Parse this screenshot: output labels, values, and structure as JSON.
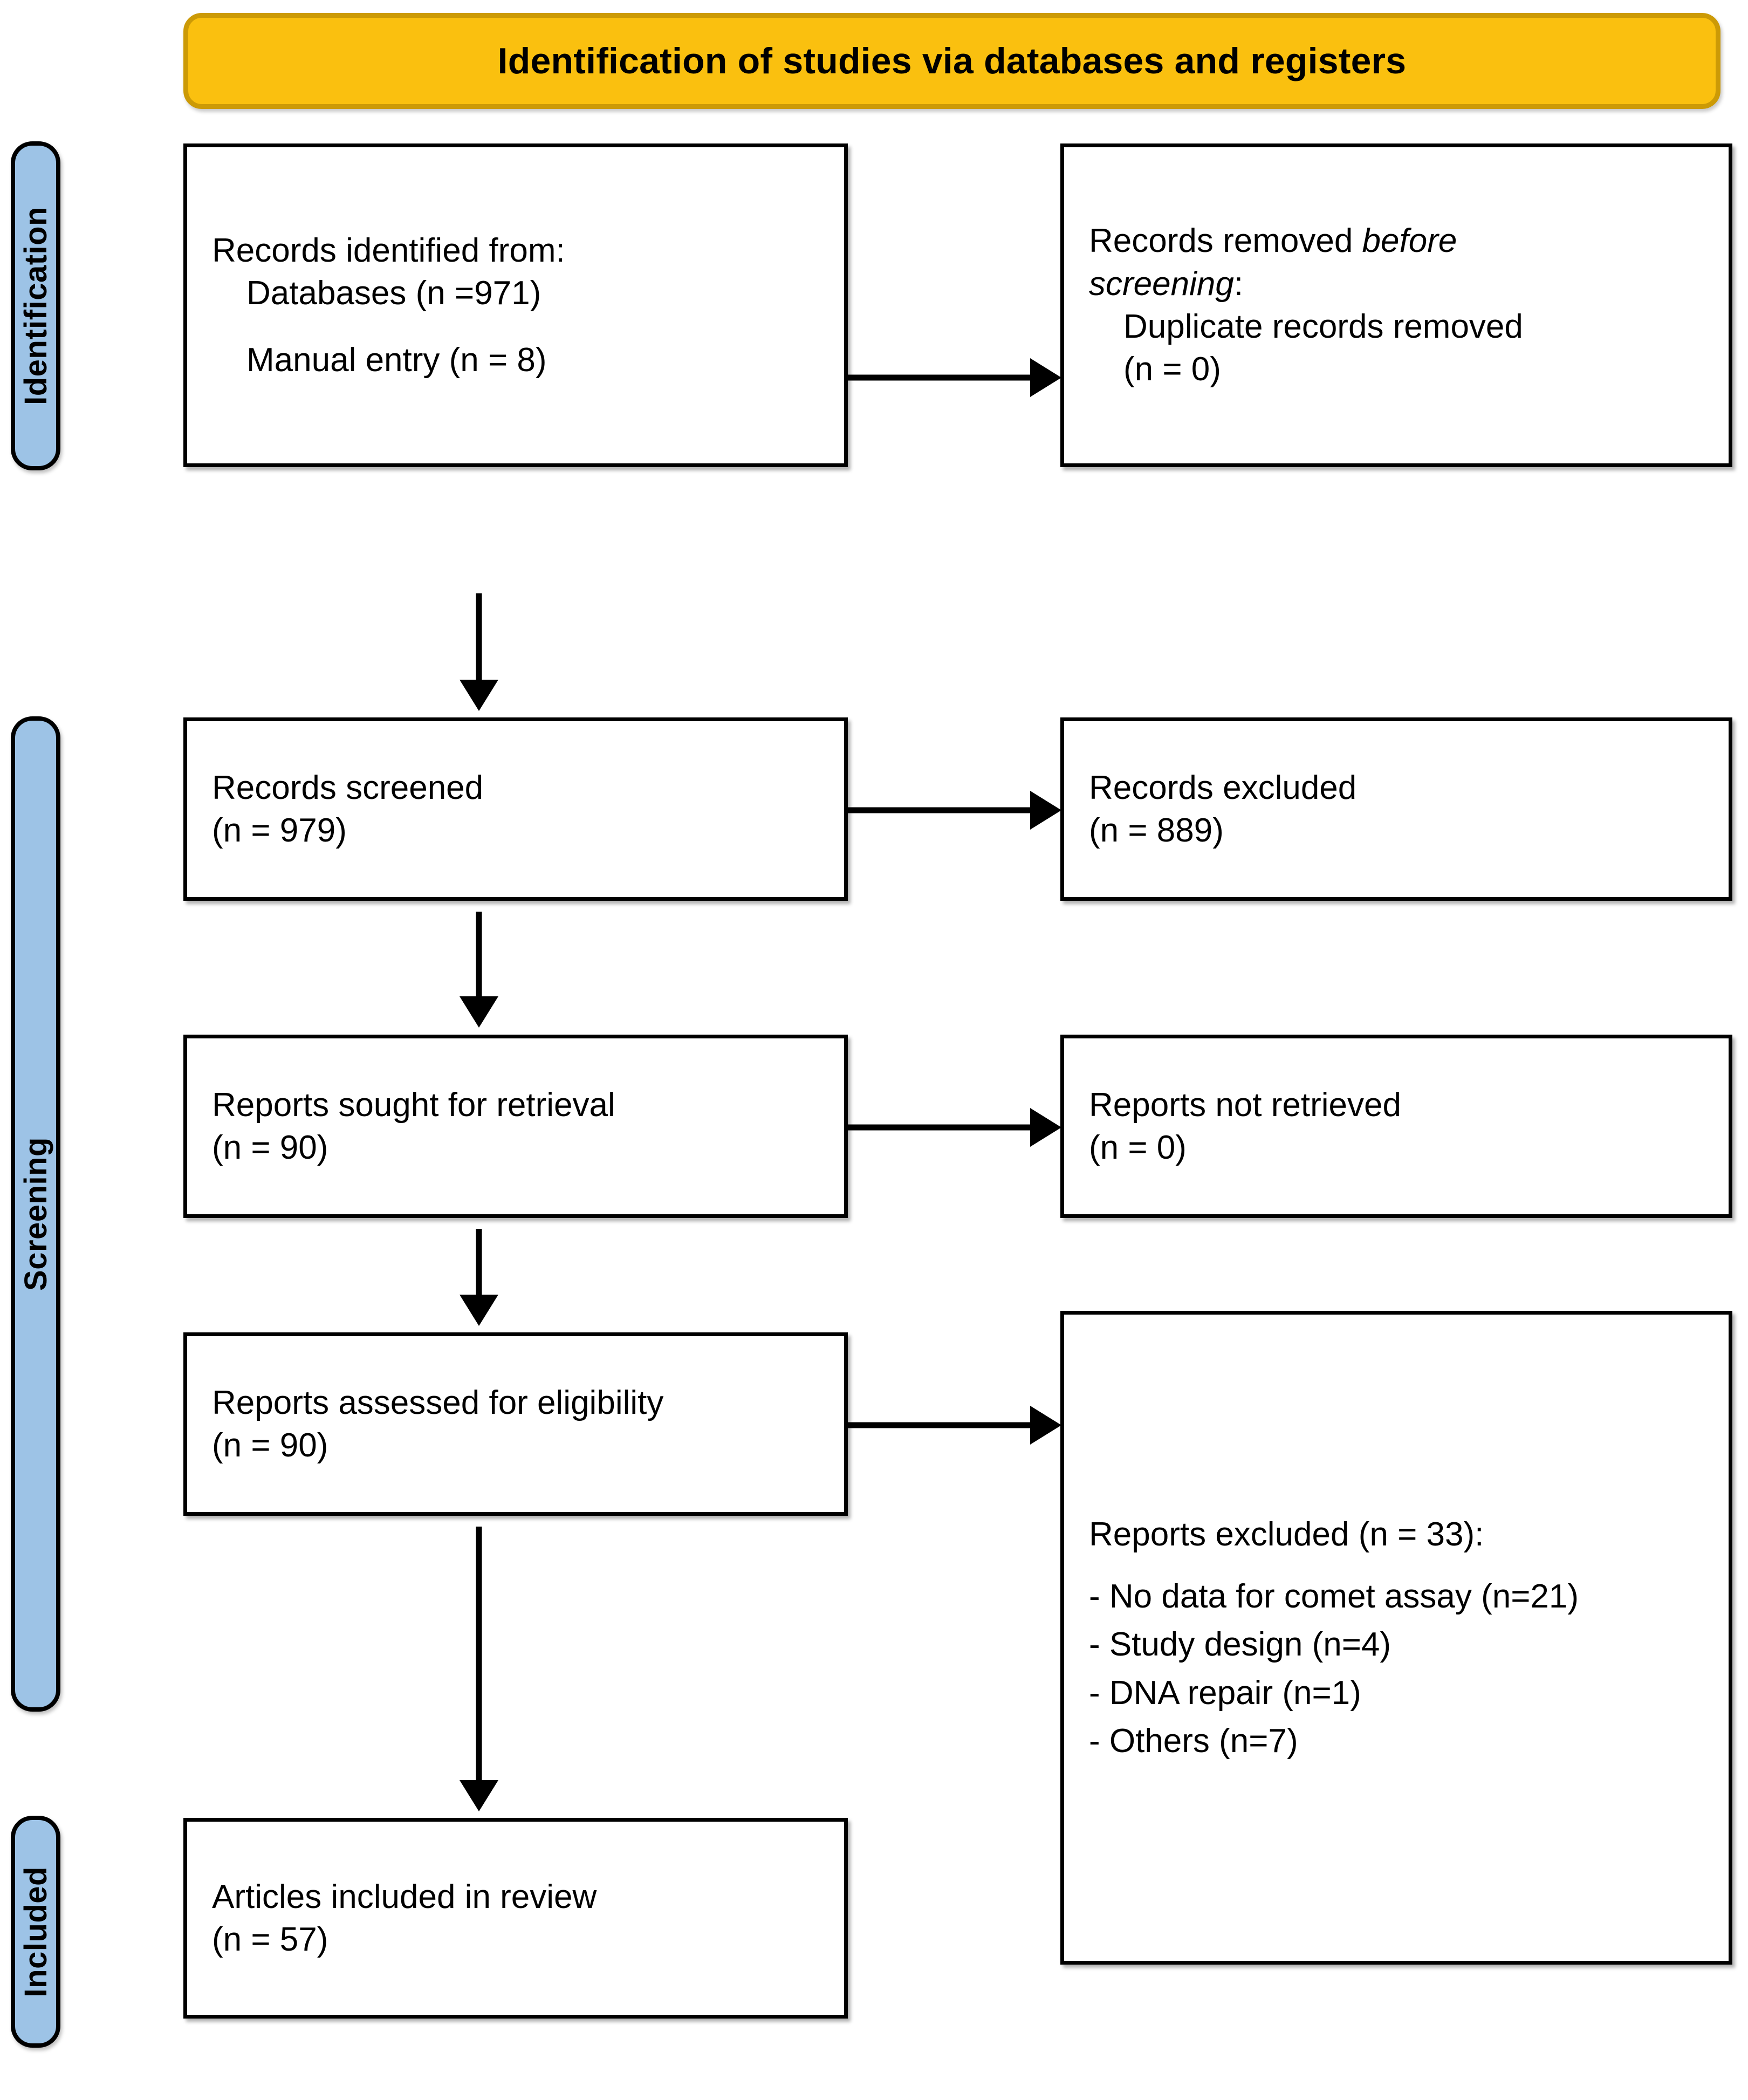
{
  "header": {
    "title": "Identification of studies via databases and registers",
    "fill_color": "#FAC00F",
    "border_color": "#CC9A06"
  },
  "stages": [
    {
      "key": "identification",
      "label": "Identification",
      "color": "#9DC3E6"
    },
    {
      "key": "screening",
      "label": "Screening",
      "color": "#9DC3E6"
    },
    {
      "key": "included",
      "label": "Included",
      "color": "#9DC3E6"
    }
  ],
  "boxes": {
    "identified": {
      "line1": "Records identified from:",
      "line2": "Databases (n =971)",
      "line3": "Manual entry (n = 8)"
    },
    "removed_before_screening": {
      "line1_prefix": "Records removed ",
      "line1_italic": "before",
      "line2_italic": "screening",
      "line2_suffix": ":",
      "line3": "Duplicate records removed",
      "line4": "(n = 0)"
    },
    "records_screened": {
      "line1": "Records screened",
      "line2": "(n = 979)"
    },
    "records_excluded": {
      "line1": "Records excluded",
      "line2": "(n = 889)"
    },
    "reports_sought": {
      "line1": "Reports sought for retrieval",
      "line2": "(n = 90)"
    },
    "reports_not_retrieved": {
      "line1": "Reports not retrieved",
      "line2": "(n = 0)"
    },
    "reports_assessed": {
      "line1": "Reports assessed for eligibility",
      "line2": "(n = 90)"
    },
    "reports_excluded": {
      "title": "Reports excluded (n = 33):",
      "reasons": [
        "- No data for comet assay (n=21)",
        "- Study design (n=4)",
        "- DNA repair (n=1)",
        "- Others (n=7)"
      ]
    },
    "articles_included": {
      "line1": "Articles included in review",
      "line2": "(n = 57)"
    }
  },
  "chart_data": {
    "type": "flow",
    "title": "Identification of studies via databases and registers",
    "nodes": [
      {
        "id": "identified",
        "stage": "Identification",
        "label": "Records identified from: Databases (n =971); Manual entry (n = 8)",
        "n_databases": 971,
        "n_manual": 8
      },
      {
        "id": "removed_before_screening",
        "stage": "Identification",
        "label": "Records removed before screening: Duplicate records removed (n = 0)",
        "n": 0
      },
      {
        "id": "records_screened",
        "stage": "Screening",
        "label": "Records screened",
        "n": 979
      },
      {
        "id": "records_excluded",
        "stage": "Screening",
        "label": "Records excluded",
        "n": 889
      },
      {
        "id": "reports_sought",
        "stage": "Screening",
        "label": "Reports sought for retrieval",
        "n": 90
      },
      {
        "id": "reports_not_retrieved",
        "stage": "Screening",
        "label": "Reports not retrieved",
        "n": 0
      },
      {
        "id": "reports_assessed",
        "stage": "Screening",
        "label": "Reports assessed for eligibility",
        "n": 90
      },
      {
        "id": "reports_excluded",
        "stage": "Screening",
        "label": "Reports excluded",
        "n": 33,
        "breakdown": [
          {
            "reason": "No data for comet assay",
            "n": 21
          },
          {
            "reason": "Study design",
            "n": 4
          },
          {
            "reason": "DNA repair",
            "n": 1
          },
          {
            "reason": "Others",
            "n": 7
          }
        ]
      },
      {
        "id": "articles_included",
        "stage": "Included",
        "label": "Articles included in review",
        "n": 57
      }
    ],
    "edges": [
      {
        "from": "identified",
        "to": "removed_before_screening",
        "direction": "right"
      },
      {
        "from": "identified",
        "to": "records_screened",
        "direction": "down"
      },
      {
        "from": "records_screened",
        "to": "records_excluded",
        "direction": "right"
      },
      {
        "from": "records_screened",
        "to": "reports_sought",
        "direction": "down"
      },
      {
        "from": "reports_sought",
        "to": "reports_not_retrieved",
        "direction": "right"
      },
      {
        "from": "reports_sought",
        "to": "reports_assessed",
        "direction": "down"
      },
      {
        "from": "reports_assessed",
        "to": "reports_excluded",
        "direction": "right"
      },
      {
        "from": "reports_assessed",
        "to": "articles_included",
        "direction": "down"
      }
    ]
  }
}
